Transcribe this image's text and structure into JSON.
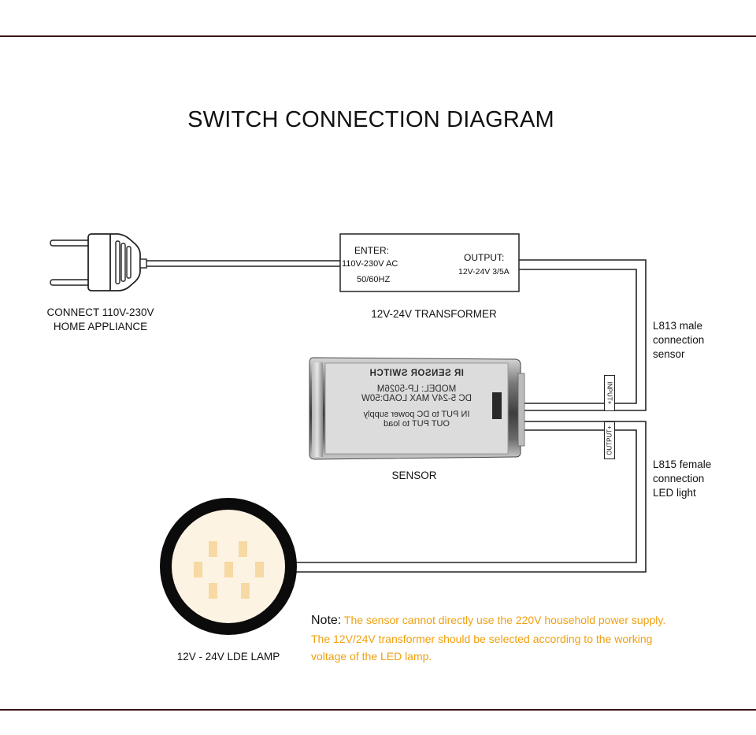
{
  "title": "SWITCH CONNECTION DIAGRAM",
  "plug": {
    "caption_line1": "CONNECT 110V-230V",
    "caption_line2": "HOME APPLIANCE"
  },
  "transformer": {
    "enter_label": "ENTER:",
    "enter_voltage": "110V-230V AC",
    "enter_freq": "50/60HZ",
    "output_label": "OUTPUT:",
    "output_value": "12V-24V 3/5A",
    "caption": "12V-24V TRANSFORMER"
  },
  "sensor": {
    "label_line1": "IR SENSOR SWITCH",
    "label_line2": "MODEL: LP-5026M",
    "label_line3": "DC 5-24V  MAX LOAD:50W",
    "label_line4": "IN PUT to DC power supply",
    "label_line5": "OUT PUT to load",
    "caption": "SENSOR",
    "input_tag": "INPUT+",
    "output_tag": "OUTPUT+"
  },
  "male_connection": {
    "line1": "L813 male",
    "line2": "connection",
    "line3": "sensor"
  },
  "female_connection": {
    "line1": "L815 female",
    "line2": "connection",
    "line3": "LED light"
  },
  "lamp": {
    "caption": "12V - 24V LDE LAMP"
  },
  "note": {
    "lead": "Note:",
    "text": " The sensor cannot directly use the 220V household power supply. The 12V/24V transformer should be selected according to the working voltage of the LED lamp."
  },
  "colors": {
    "rule": "#3a1414",
    "note_text": "#f0a010",
    "lamp_ring": "#0b0b0b",
    "lamp_face": "#fdf3e3",
    "lamp_pin": "#f7d9a3"
  }
}
